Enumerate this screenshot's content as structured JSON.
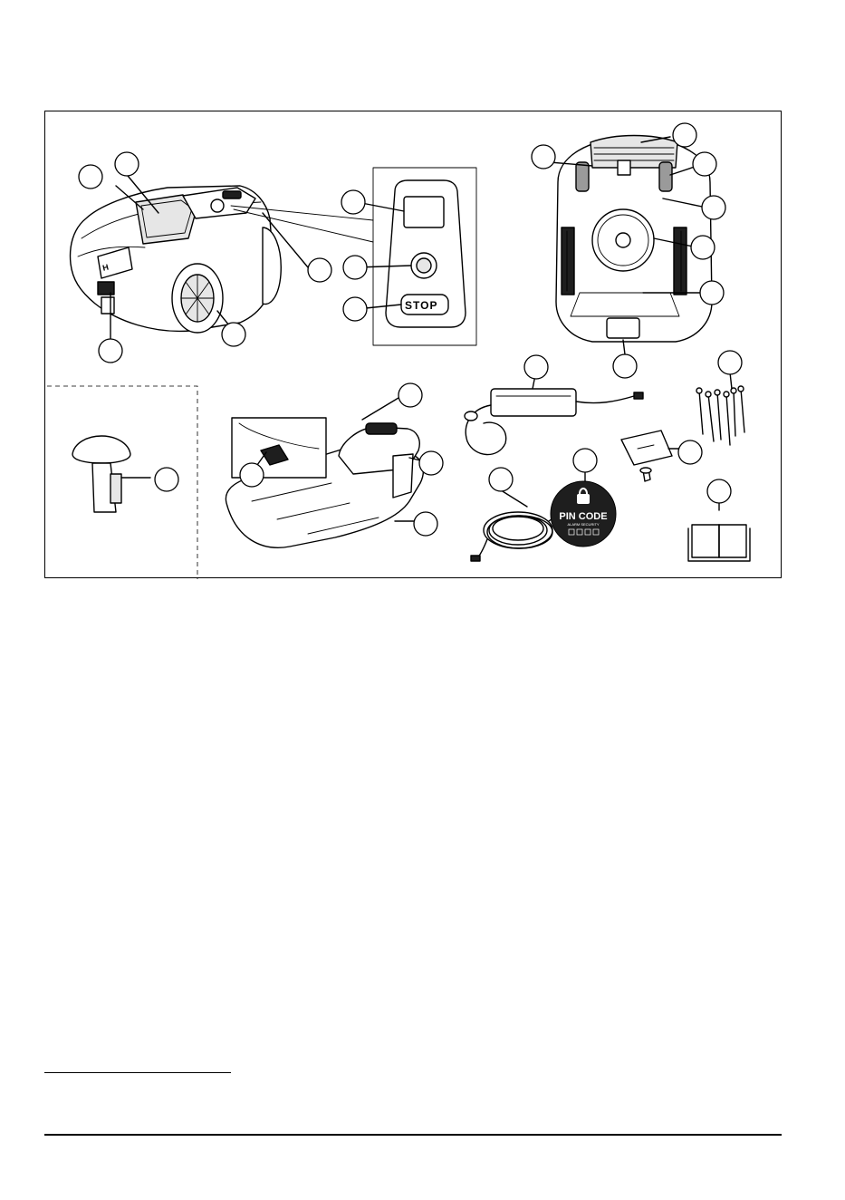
{
  "figure": {
    "control_panel": {
      "stop_button_label": "STOP"
    },
    "pin_code_decal": {
      "title": "PIN CODE",
      "subtitle": "ALARM SECURITY"
    }
  }
}
